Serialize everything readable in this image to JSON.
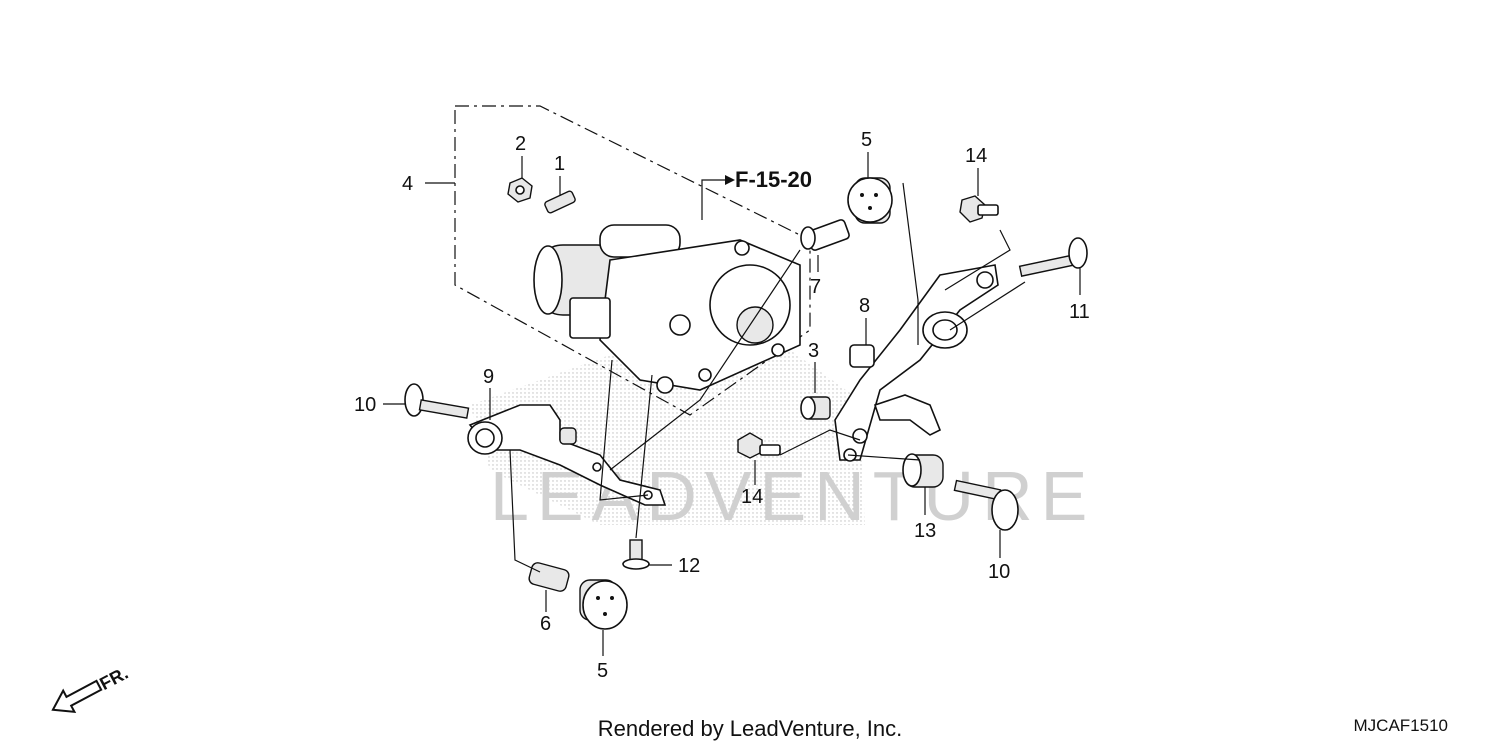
{
  "diagram": {
    "reference": "F-15-20",
    "direction": "FR.",
    "watermark": "LEADVENTURE",
    "callouts": [
      {
        "id": "c1",
        "label": "1"
      },
      {
        "id": "c2",
        "label": "2"
      },
      {
        "id": "c3",
        "label": "3"
      },
      {
        "id": "c4",
        "label": "4"
      },
      {
        "id": "c5a",
        "label": "5"
      },
      {
        "id": "c5b",
        "label": "5"
      },
      {
        "id": "c6",
        "label": "6"
      },
      {
        "id": "c7",
        "label": "7"
      },
      {
        "id": "c8",
        "label": "8"
      },
      {
        "id": "c9",
        "label": "9"
      },
      {
        "id": "c10a",
        "label": "10"
      },
      {
        "id": "c10b",
        "label": "10"
      },
      {
        "id": "c11",
        "label": "11"
      },
      {
        "id": "c12",
        "label": "12"
      },
      {
        "id": "c13",
        "label": "13"
      },
      {
        "id": "c14a",
        "label": "14"
      },
      {
        "id": "c14b",
        "label": "14"
      }
    ]
  },
  "footer": {
    "credit": "Rendered by LeadVenture, Inc.",
    "code": "MJCAF1510"
  },
  "colors": {
    "ink": "#111111",
    "background": "#ffffff",
    "stipple": "#c8c8c8"
  }
}
